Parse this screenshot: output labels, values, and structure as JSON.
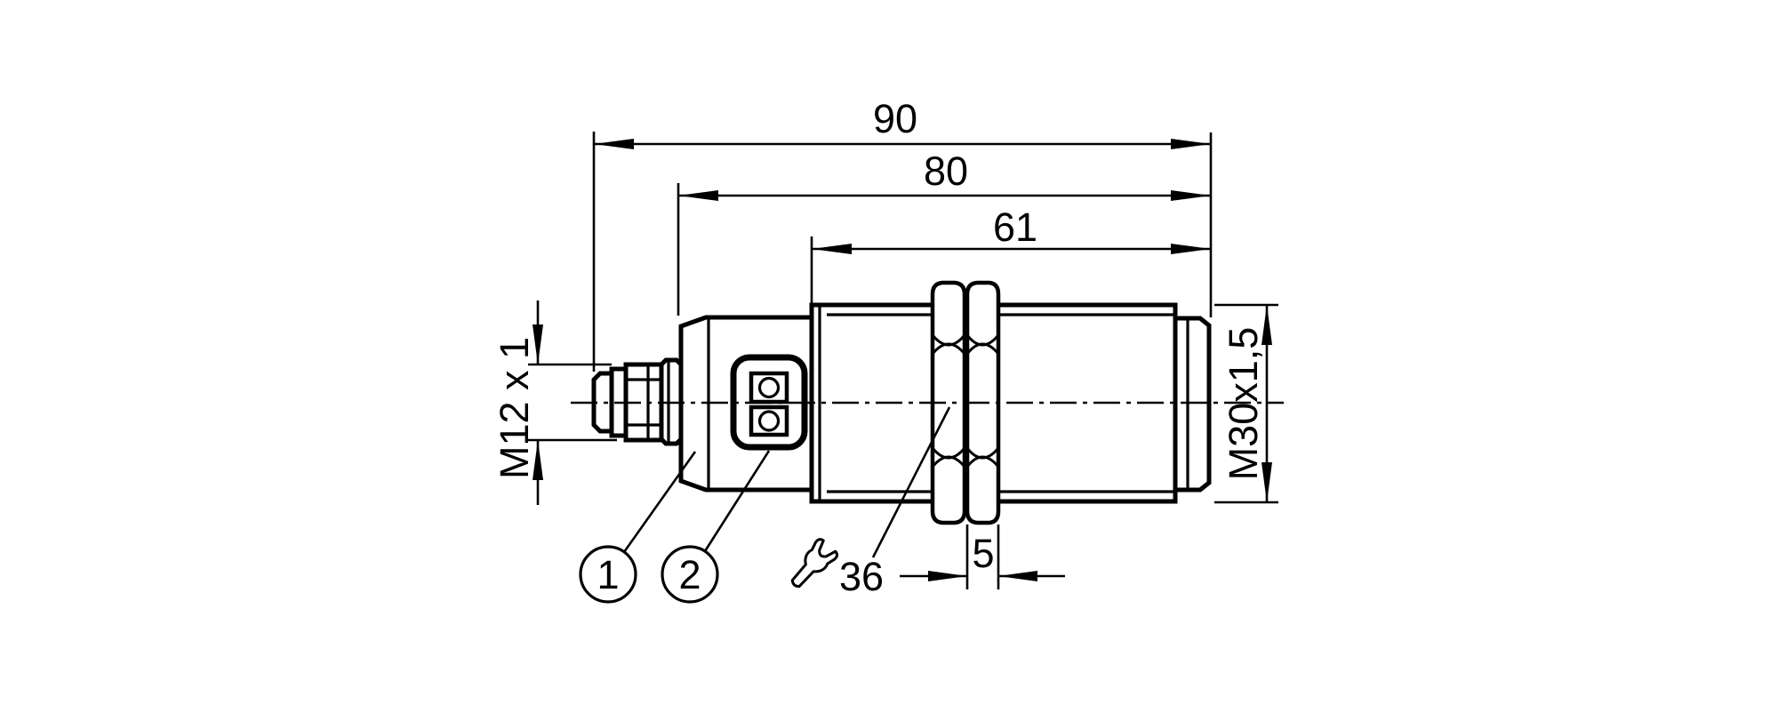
{
  "drawing": {
    "title": "sensor-dimension-drawing",
    "background_color": "#ffffff",
    "line_color": "#000000",
    "dimensions": {
      "overall_length": "90",
      "body_length": "80",
      "thread_length": "61",
      "flange_width": "5",
      "connector_thread": "M12 x 1",
      "housing_thread": "M30x1,5",
      "wrench_size": "36"
    },
    "callouts": {
      "c1": "1",
      "c2": "2"
    },
    "icons": {
      "wrench": "open-end-wrench-icon"
    }
  }
}
